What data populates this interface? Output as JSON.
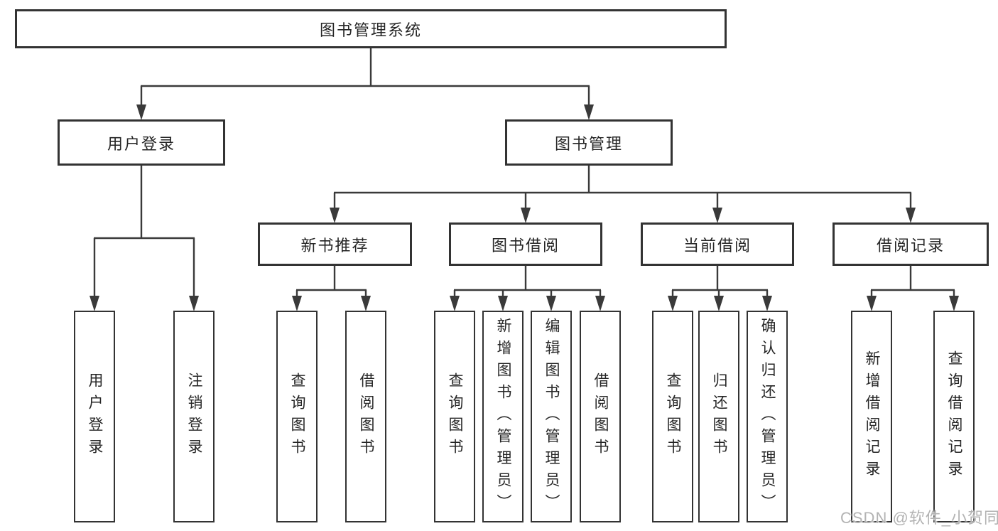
{
  "diagram_title": "图书管理系统",
  "tree": {
    "root": {
      "label": "图书管理系统"
    },
    "level2": [
      {
        "label": "用户登录"
      },
      {
        "label": "图书管理"
      }
    ],
    "level3": [
      {
        "label": "新书推荐",
        "parent": "图书管理"
      },
      {
        "label": "图书借阅",
        "parent": "图书管理"
      },
      {
        "label": "当前借阅",
        "parent": "图书管理"
      },
      {
        "label": "借阅记录",
        "parent": "图书管理"
      }
    ],
    "leaves": [
      {
        "label": "用户登录",
        "parent": "用户登录"
      },
      {
        "label": "注销登录",
        "parent": "用户登录"
      },
      {
        "label": "查询图书",
        "parent": "新书推荐"
      },
      {
        "label": "借阅图书",
        "parent": "新书推荐"
      },
      {
        "label": "查询图书",
        "parent": "图书借阅"
      },
      {
        "label": "新增图书（管理员）",
        "parent": "图书借阅"
      },
      {
        "label": "编辑图书（管理员）",
        "parent": "图书借阅"
      },
      {
        "label": "借阅图书",
        "parent": "图书借阅"
      },
      {
        "label": "查询图书",
        "parent": "当前借阅"
      },
      {
        "label": "归还图书",
        "parent": "当前借阅"
      },
      {
        "label": "确认归还（管理员）",
        "parent": "当前借阅"
      },
      {
        "label": "新增借阅记录",
        "parent": "借阅记录"
      },
      {
        "label": "查询借阅记录",
        "parent": "借阅记录"
      }
    ]
  },
  "watermark": "CSDN @软件_小贺同学",
  "colors": {
    "background": "#ffffff",
    "box_border": "#333333",
    "connector_line": "#3a3a3a",
    "text": "#262626",
    "watermark": "#b3b3b3"
  }
}
